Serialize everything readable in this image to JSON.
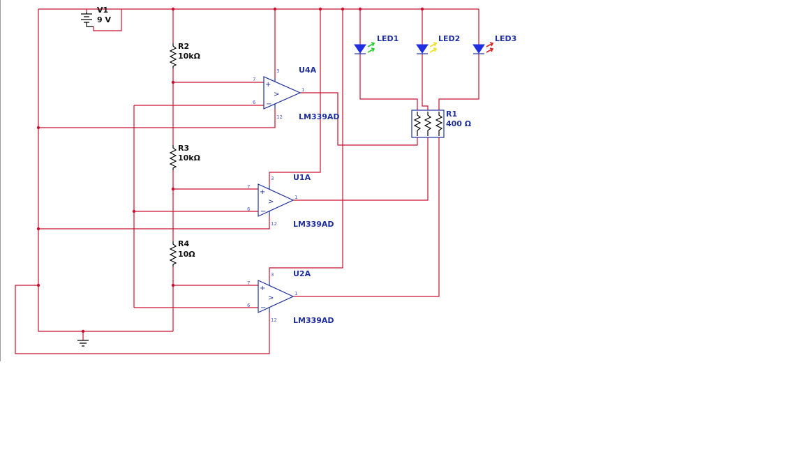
{
  "battery": {
    "ref": "V1",
    "value": "9 V"
  },
  "resistors": {
    "r2": {
      "ref": "R2",
      "value": "10kΩ"
    },
    "r3": {
      "ref": "R3",
      "value": "10kΩ"
    },
    "r4": {
      "ref": "R4",
      "value": "10Ω"
    },
    "r1": {
      "ref": "R1",
      "value": "400 Ω"
    }
  },
  "comparators": {
    "u4a": {
      "ref": "U4A",
      "part": "LM339AD",
      "pins": {
        "vcc": "3",
        "plus": "7",
        "minus": "6",
        "out": "1",
        "gnd": "12"
      }
    },
    "u1a": {
      "ref": "U1A",
      "part": "LM339AD",
      "pins": {
        "vcc": "3",
        "plus": "7",
        "minus": "6",
        "out": "1",
        "gnd": "12"
      }
    },
    "u2a": {
      "ref": "U2A",
      "part": "LM339AD",
      "pins": {
        "vcc": "3",
        "plus": "7",
        "minus": "6",
        "out": "1",
        "gnd": "12"
      }
    }
  },
  "leds": {
    "led1": {
      "ref": "LED1",
      "color": "#22cc22"
    },
    "led2": {
      "ref": "LED2",
      "color": "#f0e020"
    },
    "led3": {
      "ref": "LED3",
      "color": "#dd2020"
    }
  },
  "colors": {
    "wire": "#c8102e",
    "component": "#1f2f9f",
    "junction": "#c8102e"
  },
  "symbols": {
    "plus": "+",
    "minus": "−",
    "arrow": ">"
  }
}
